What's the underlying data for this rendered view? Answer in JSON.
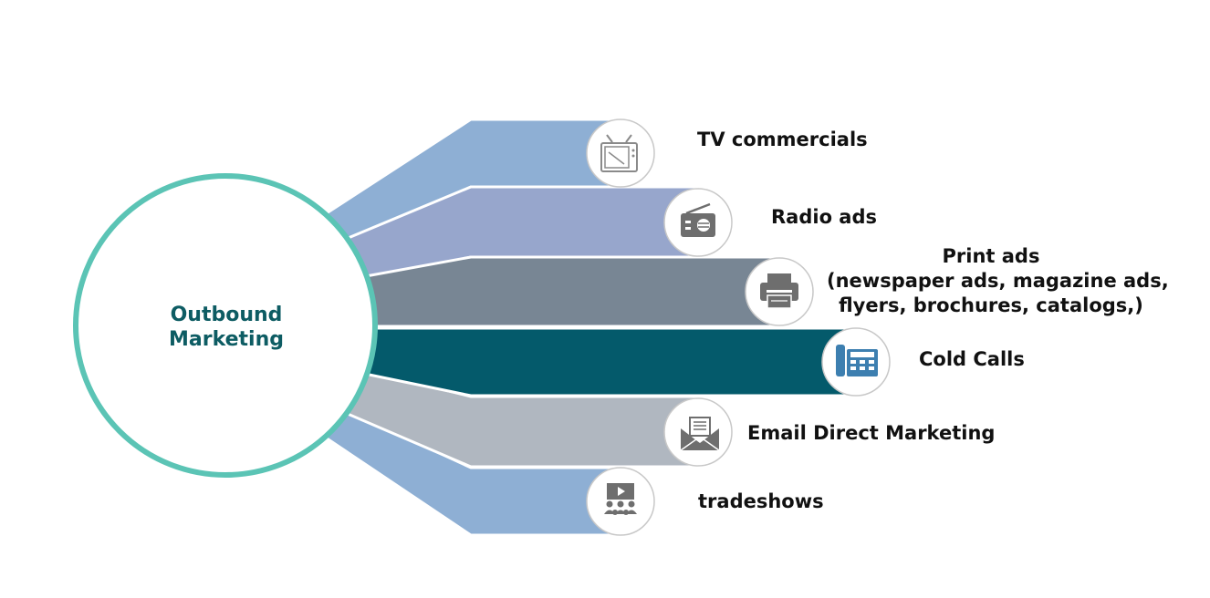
{
  "hub": {
    "line1": "Outbound",
    "line2": "Marketing"
  },
  "colors": {
    "hub_ring": "#5bc4b5",
    "hub_text": "#0d5c63",
    "icon_stroke": "#a0a0a0",
    "icon_fill": "#6e6e6e"
  },
  "channels": [
    {
      "label": "TV commercials",
      "icon": "tv-icon",
      "color": "#8eafd4"
    },
    {
      "label": "Radio ads",
      "icon": "radio-icon",
      "color": "#97a6cc"
    },
    {
      "label_lines": [
        "Print ads",
        "(newspaper ads, magazine ads,",
        "flyers, brochures, catalogs,)"
      ],
      "icon": "printer-icon",
      "color": "#788694"
    },
    {
      "label": "Cold Calls",
      "icon": "phone-icon",
      "color": "#045a6b"
    },
    {
      "label": "Email Direct Marketing",
      "icon": "email-icon",
      "color": "#b0b7c0"
    },
    {
      "label": "tradeshows",
      "icon": "audience-presentation-icon",
      "color": "#8eafd4"
    }
  ]
}
